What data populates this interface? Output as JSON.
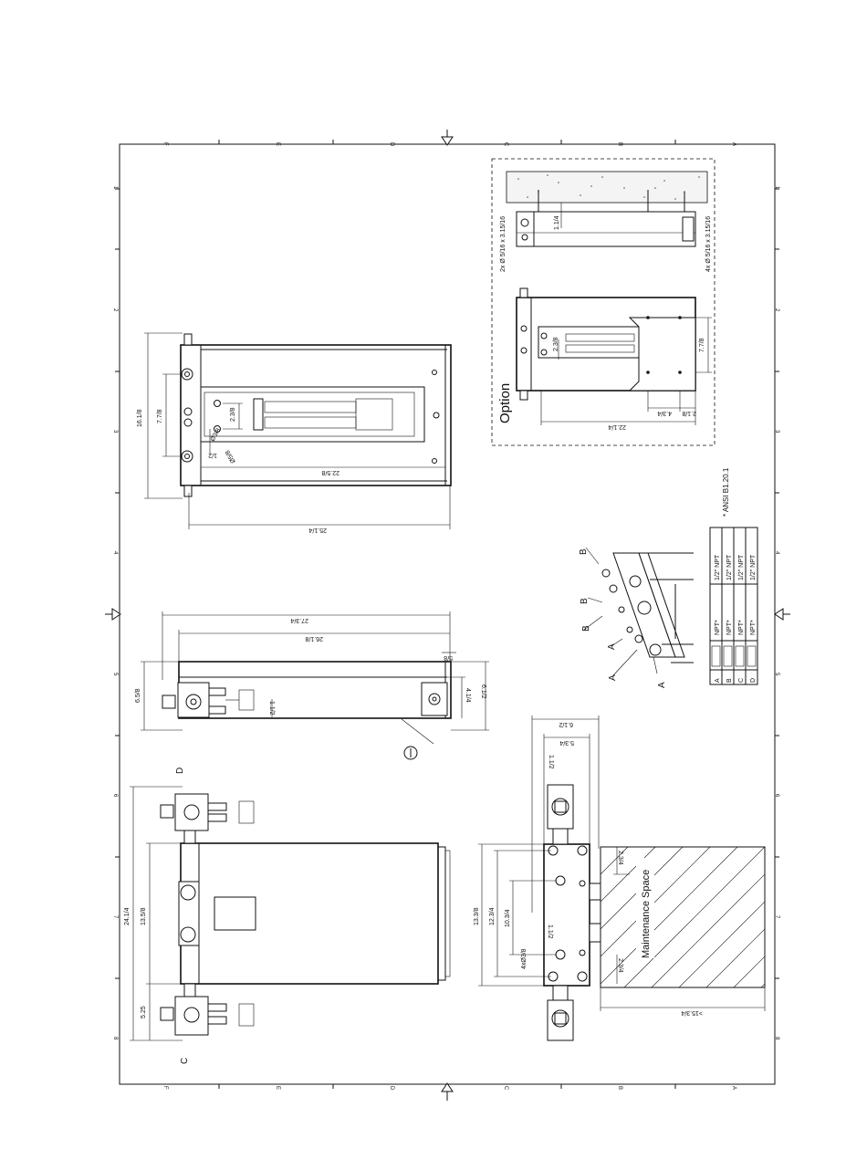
{
  "frame": {
    "zones_letters": [
      "F",
      "E",
      "D",
      "C",
      "B",
      "A"
    ],
    "zones_numbers": [
      "1",
      "2",
      "3",
      "4",
      "5",
      "6",
      "7",
      "8"
    ]
  },
  "top_view": {
    "dims": [
      "16.1/8",
      "7.7/8",
      "Ø3/8",
      "2.3/8",
      "1/2",
      "Ø5/8",
      "22.5/8",
      "25.1/4"
    ]
  },
  "side_view": {
    "dims": [
      "27.3/4",
      "26.1/8",
      "5/8",
      "6.5/8",
      "4.1/4",
      "6.1/2",
      "1.1/2"
    ]
  },
  "front_view": {
    "dims": [
      "24.1/4",
      "13.5/8",
      "5.25"
    ],
    "labels": [
      "D",
      "C"
    ]
  },
  "end_view": {
    "dims": [
      "6.1/2",
      "5.3/4",
      "1.1/2",
      "13.3/8",
      "12.3/4",
      "10.3/4",
      "4xØ3/8",
      "1.1/2",
      "2.3/4",
      "2.3/4",
      ">15.3/4"
    ],
    "maintenance_label": "Maintenance Space"
  },
  "option_view": {
    "title": "Option",
    "dims": [
      "1.1/4",
      "2x Ø 5/16 x 3.15/16",
      "4x Ø 5/16 x 3.15/16",
      "7.7/8",
      "2.3/8",
      "4.3/4",
      "2.1/8",
      "22.1/4"
    ]
  },
  "iso_view": {
    "labels": [
      "B",
      "B",
      "B",
      "A",
      "A",
      "A"
    ]
  },
  "connection_table": {
    "rows": [
      {
        "id": "A",
        "left": "NPT*",
        "right": "1/2\" NPT"
      },
      {
        "id": "B",
        "left": "NPT*",
        "right": "1/2\" NPT"
      },
      {
        "id": "C",
        "left": "NPT*",
        "right": "1/2\" NPT"
      },
      {
        "id": "D",
        "left": "NPT*",
        "right": "1/2\" NPT"
      }
    ],
    "note": "* ANSI B1.20.1"
  }
}
